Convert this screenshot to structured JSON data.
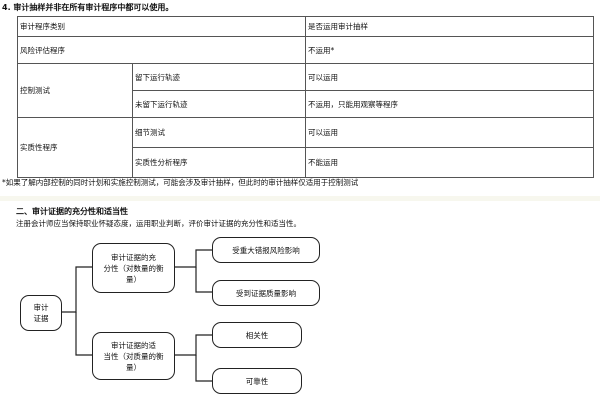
{
  "heading": "4. 审计抽样并非在所有审计程序中都可以使用。",
  "table": {
    "header": [
      "审计程序类别",
      "是否运用审计抽样"
    ],
    "risk_assessment": {
      "label": "风险评估程序",
      "value": "不运用*"
    },
    "control_testing": {
      "label": "控制测试",
      "rows": [
        {
          "sub": "留下运行轨迹",
          "value": "可以运用"
        },
        {
          "sub": "未留下运行轨迹",
          "value": "不运用，只能用观察等程序"
        }
      ]
    },
    "substantive": {
      "label": "实质性程序",
      "rows": [
        {
          "sub": "细节测试",
          "value": "可以运用"
        },
        {
          "sub": "实质性分析程序",
          "value": "不能运用"
        }
      ]
    }
  },
  "footnote": "*如果了解内部控制的同时计划和实施控制测试，可能会涉及审计抽样，但此时的审计抽样仅适用于控制测试",
  "section": {
    "title": "二、审计证据的充分性和适当性",
    "subtitle": "注册会计师应当保持职业怀疑态度，运用职业判断，评价审计证据的充分性和适当性。"
  },
  "diagram": {
    "root": {
      "line1": "审计",
      "line2": "证据"
    },
    "sufficiency": {
      "line1": "审计证据的充",
      "line2": "分性（对数量的衡",
      "line3": "量）"
    },
    "appropriateness": {
      "line1": "审计证据的适",
      "line2": "当性（对质量的衡",
      "line3": "量）"
    },
    "suff_children": [
      "受重大错报风险影响",
      "受到证据质量影响"
    ],
    "appr_children": [
      "相关性",
      "可靠性"
    ]
  }
}
